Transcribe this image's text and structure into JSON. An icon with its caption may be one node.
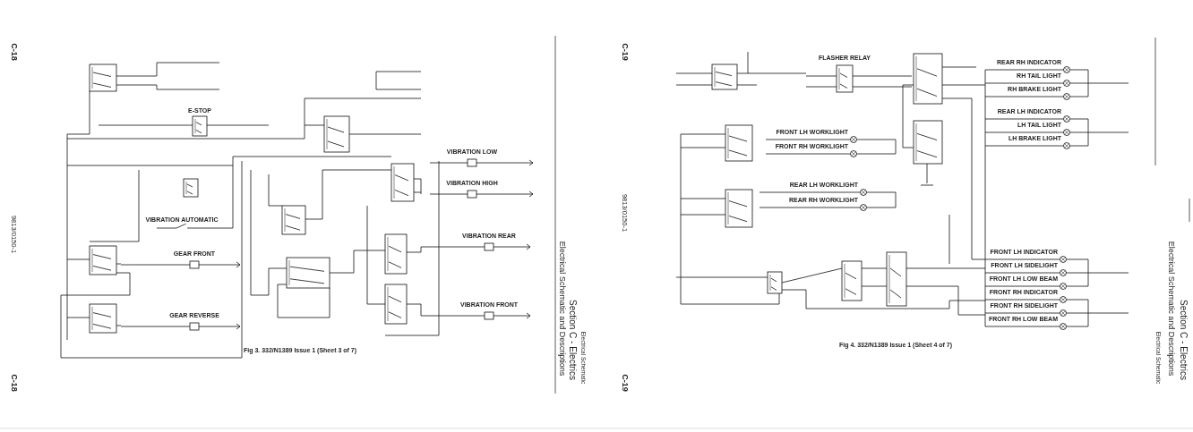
{
  "diagram": {
    "labels": [
      "C-18",
      "9813/0150-1",
      "C-18",
      "E-STOP",
      "VIBRATION LOW",
      "VIBRATION HIGH",
      "VIBRATION AUTOMATIC",
      "GEAR FRONT",
      "VIBRATION REAR",
      "VIBRATION FRONT",
      "GEAR REVERSE",
      "Fig 3. 332/N1389 Issue 1 (Sheet 3 of 7)",
      "Electrical Schematic and Descriptions",
      "Section C - Electrics",
      "Electrical Schematic",
      "C-19",
      "9813/0150-1",
      "C-19",
      "FLASHER RELAY",
      "REAR RH INDICATOR",
      "RH TAIL LIGHT",
      "RH BRAKE LIGHT",
      "REAR LH INDICATOR",
      "LH TAIL LIGHT",
      "LH BRAKE LIGHT",
      "FRONT LH WORKLIGHT",
      "FRONT RH WORKLIGHT",
      "REAR LH WORKLIGHT",
      "REAR RH WORKLIGHT",
      "FRONT LH INDICATOR",
      "FRONT LH SIDELIGHT",
      "FRONT LH LOW BEAM",
      "FRONT RH INDICATOR",
      "FRONT RH SIDELIGHT",
      "FRONT RH LOW BEAM",
      "Fig 4. 332/N1389 Issue 1 (Sheet 4 of 7)",
      "Electrical Schematic",
      "Electrical Schematic and Descriptions",
      "Section C - Electrics"
    ]
  }
}
